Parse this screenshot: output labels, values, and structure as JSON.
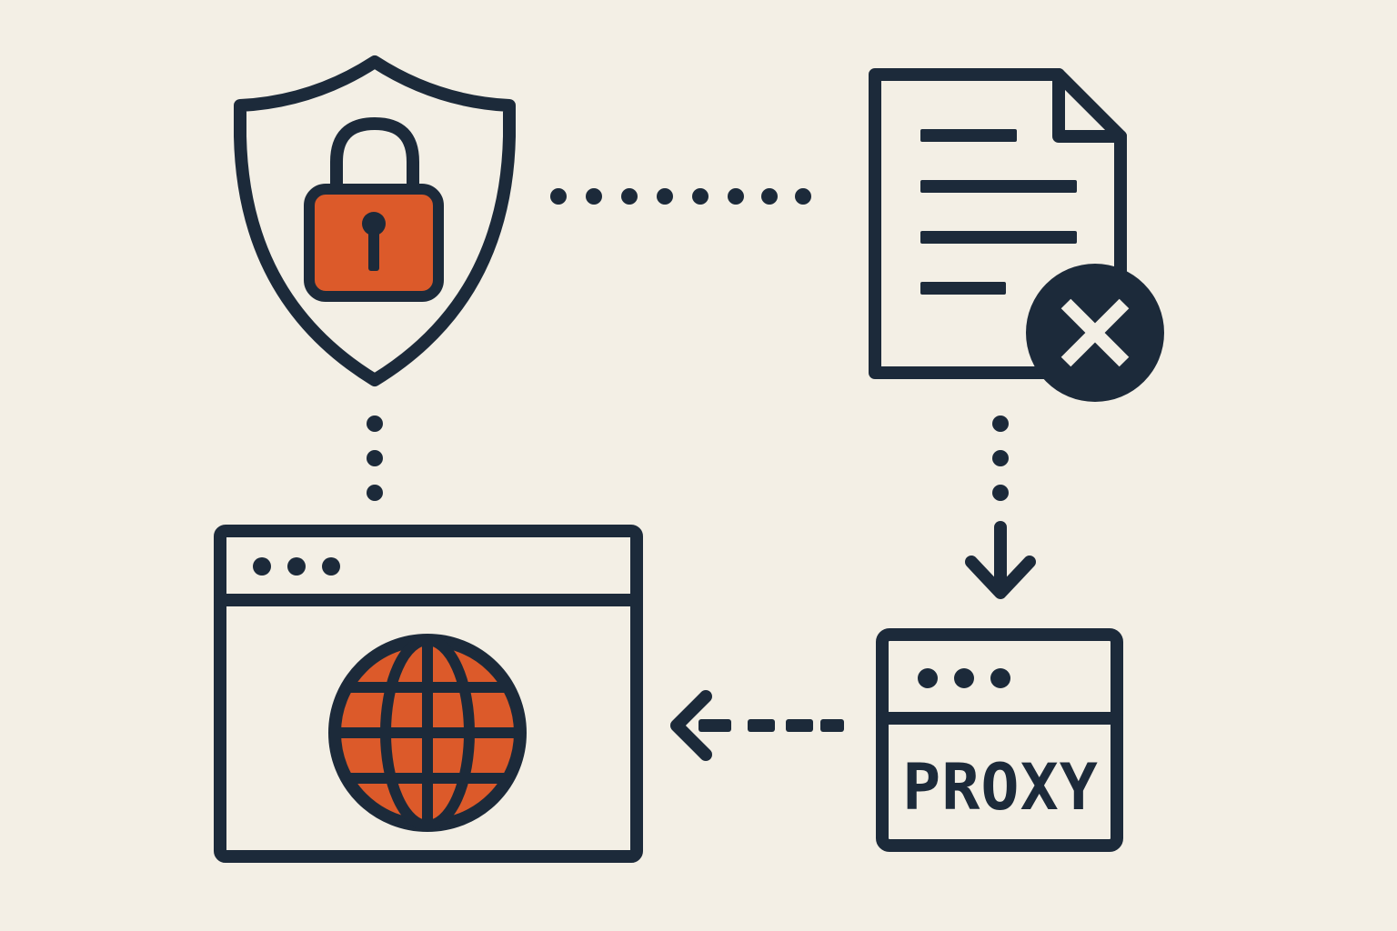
{
  "colors": {
    "background": "#f3efe5",
    "ink": "#1c2a3a",
    "accent": "#dc5a2a"
  },
  "nodes": {
    "shield": {
      "icon": "shield-lock-icon"
    },
    "document": {
      "icon": "document-error-icon",
      "badge_icon": "close-icon"
    },
    "browser": {
      "icon": "browser-globe-icon",
      "inner_icon": "globe-icon"
    },
    "proxy": {
      "icon": "proxy-window-icon",
      "label": "PROXY"
    }
  },
  "connectors": [
    {
      "from": "shield",
      "to": "document",
      "style": "dotted"
    },
    {
      "from": "shield",
      "to": "browser",
      "style": "dotted"
    },
    {
      "from": "document",
      "to": "proxy",
      "style": "dotted",
      "arrow": "down"
    },
    {
      "from": "proxy",
      "to": "browser",
      "style": "dashed",
      "arrow": "left"
    }
  ]
}
